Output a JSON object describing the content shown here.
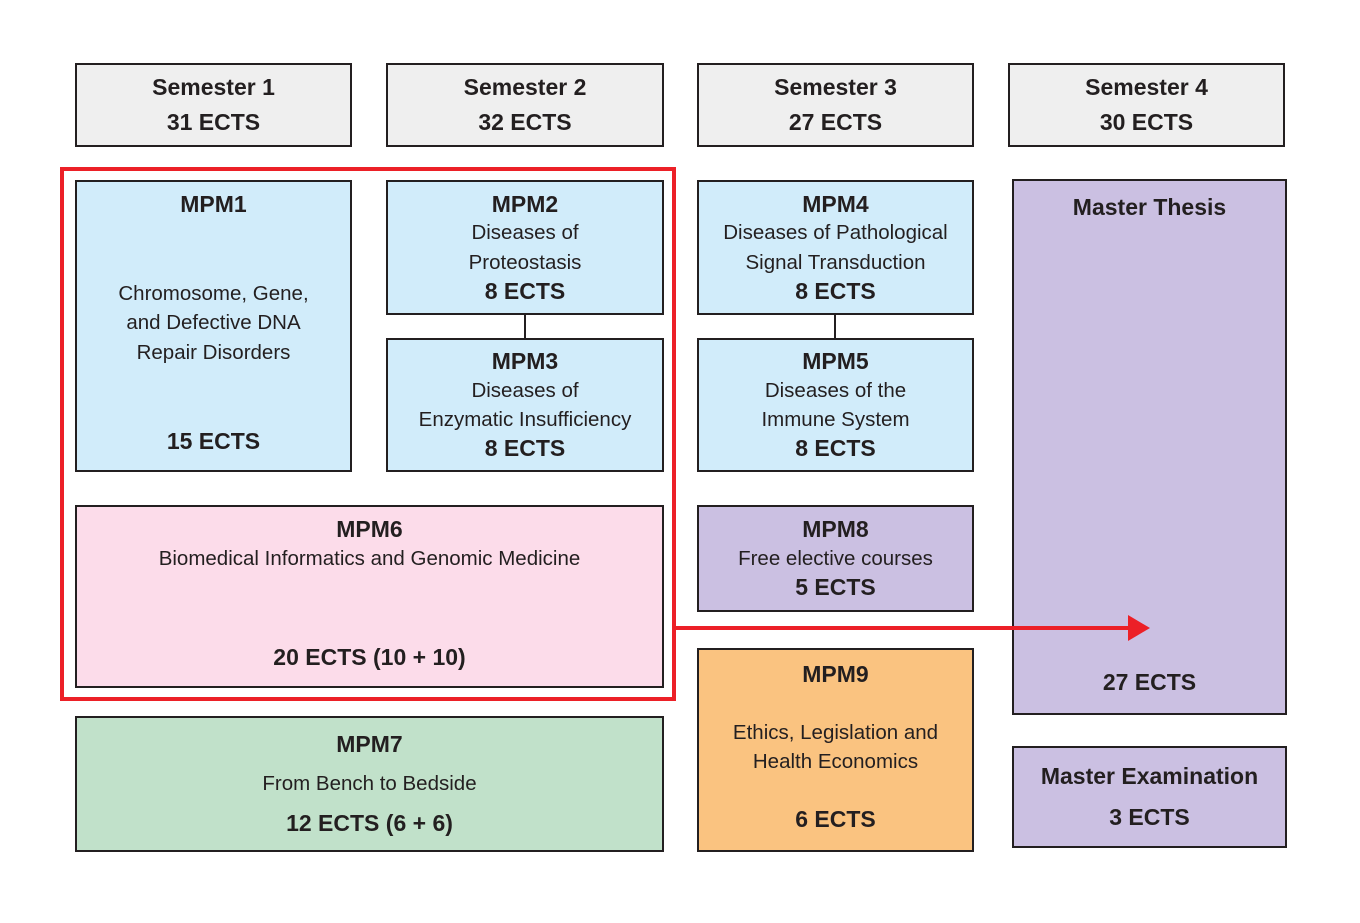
{
  "colors": {
    "blue": "#d1ecfa",
    "pink": "#fcdcea",
    "green": "#c1e1ca",
    "purple": "#cbc0e2",
    "orange": "#fac380",
    "header_bg": "#efefef",
    "red": "#ec2027",
    "border": "#231f20"
  },
  "semesters": [
    {
      "label": "Semester 1",
      "ects": "31 ECTS"
    },
    {
      "label": "Semester 2",
      "ects": "32 ECTS"
    },
    {
      "label": "Semester 3",
      "ects": "27 ECTS"
    },
    {
      "label": "Semester 4",
      "ects": "30 ECTS"
    }
  ],
  "modules": {
    "mpm1": {
      "title": "MPM1",
      "desc": "Chromosome, Gene,\nand Defective DNA\nRepair Disorders",
      "ects": "15 ECTS"
    },
    "mpm2": {
      "title": "MPM2",
      "desc": "Diseases of\nProteostasis",
      "ects": "8 ECTS"
    },
    "mpm3": {
      "title": "MPM3",
      "desc": "Diseases of\nEnzymatic Insufficiency",
      "ects": "8 ECTS"
    },
    "mpm4": {
      "title": "MPM4",
      "desc": "Diseases of Pathological\nSignal Transduction",
      "ects": "8 ECTS"
    },
    "mpm5": {
      "title": "MPM5",
      "desc": "Diseases of the\nImmune System",
      "ects": "8 ECTS"
    },
    "mpm6": {
      "title": "MPM6",
      "desc": "Biomedical Informatics and Genomic Medicine",
      "ects": "20 ECTS (10 + 10)"
    },
    "mpm7": {
      "title": "MPM7",
      "desc": "From Bench to Bedside",
      "ects": "12 ECTS (6 + 6)"
    },
    "mpm8": {
      "title": "MPM8",
      "desc": "Free elective courses",
      "ects": "5 ECTS"
    },
    "mpm9": {
      "title": "MPM9",
      "desc": "Ethics, Legislation and\nHealth Economics",
      "ects": "6 ECTS"
    }
  },
  "thesis": {
    "title": "Master Thesis",
    "ects": "27 ECTS"
  },
  "examination": {
    "title": "Master Examination",
    "ects": "3 ECTS"
  }
}
